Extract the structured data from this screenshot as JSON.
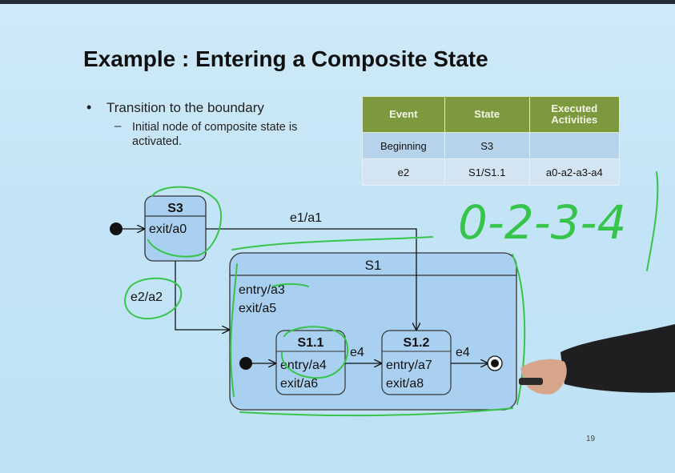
{
  "slide": {
    "title": "Example : Entering a Composite State",
    "bullet": "Transition to the boundary",
    "sub_bullet": "Initial node of composite state is activated.",
    "page_number": "19"
  },
  "table": {
    "headers": [
      "Event",
      "State",
      "Executed Activities"
    ],
    "rows": [
      [
        "Beginning",
        "S3",
        ""
      ],
      [
        "e2",
        "S1/S1.1",
        "a0-a2-a3-a4"
      ]
    ]
  },
  "diagram": {
    "s3": {
      "name": "S3",
      "exit": "exit/a0"
    },
    "s1": {
      "name": "S1",
      "entry": "entry/a3",
      "exit": "exit/a5"
    },
    "s11": {
      "name": "S1.1",
      "entry": "entry/a4",
      "exit": "exit/a6"
    },
    "s12": {
      "name": "S1.2",
      "entry": "entry/a7",
      "exit": "exit/a8"
    },
    "transitions": {
      "e1": "e1/a1",
      "e2": "e2/a2",
      "s11_to_s12": "e4",
      "s12_to_final": "e4"
    },
    "handwriting": "0-2-3-4"
  },
  "colors": {
    "state_fill": "#a9d0f0",
    "table_header": "#7c9a3d",
    "annotation": "#37c44a"
  }
}
